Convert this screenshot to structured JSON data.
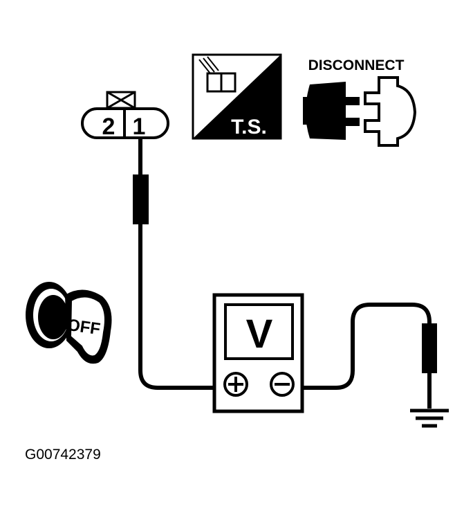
{
  "connector": {
    "pin_left": "2",
    "pin_right": "1"
  },
  "ts_badge": {
    "label": "T.S."
  },
  "disconnect_badge": {
    "label": "DISCONNECT"
  },
  "ignition_key": {
    "label": "OFF"
  },
  "voltmeter": {
    "display": "V",
    "positive_symbol": "+",
    "negative_symbol": "−"
  },
  "figure_id": "G00742379",
  "colors": {
    "ink": "#000000",
    "paper": "#ffffff"
  }
}
